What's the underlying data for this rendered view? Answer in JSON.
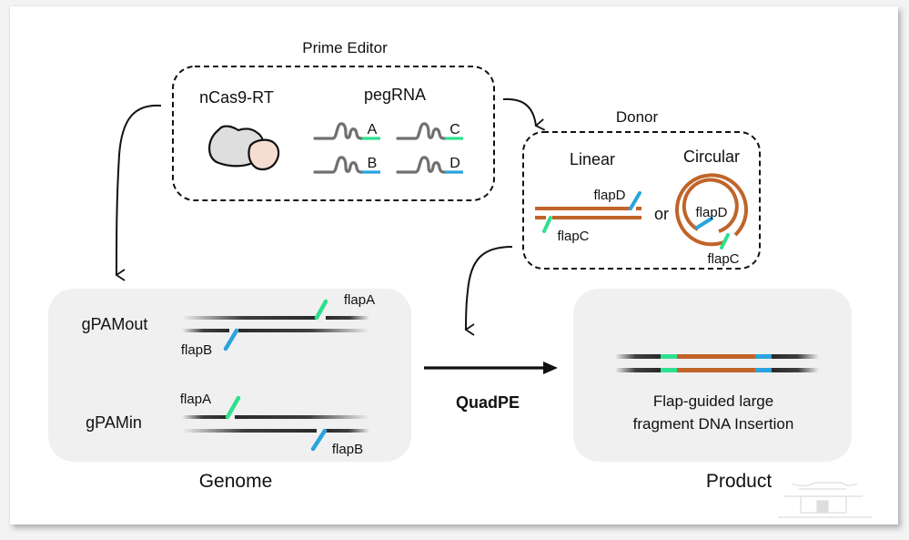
{
  "title": "QuadPE flap-guided large fragment DNA insertion schematic",
  "prime_editor": {
    "title": "Prime Editor",
    "protein_label": "nCas9-RT",
    "pegrna_label": "pegRNA",
    "pegrnas": [
      {
        "letter": "A",
        "flap_color": "green"
      },
      {
        "letter": "C",
        "flap_color": "green"
      },
      {
        "letter": "B",
        "flap_color": "blue"
      },
      {
        "letter": "D",
        "flap_color": "blue"
      }
    ]
  },
  "donor": {
    "title": "Donor",
    "linear_label": "Linear",
    "circular_label": "Circular",
    "or_label": "or",
    "linear_flaps": [
      "flapD",
      "flapC"
    ],
    "circular_flaps": [
      "flapD",
      "flapC"
    ]
  },
  "genome": {
    "caption": "Genome",
    "rows": [
      {
        "name": "gPAMout",
        "top_flap": "flapA",
        "bottom_flap": "flapB"
      },
      {
        "name": "gPAMin",
        "top_flap": "flapA",
        "bottom_flap": "flapB"
      }
    ]
  },
  "process": {
    "label": "QuadPE"
  },
  "product": {
    "caption": "Product",
    "description_line1": "Flap-guided large",
    "description_line2": "fragment DNA Insertion"
  },
  "colors": {
    "green_flap": "#2ee08e",
    "blue_flap": "#2aa3de",
    "donor_orange": "#c0642a",
    "strand_dark": "#2a2a2a",
    "panel_grey": "#f0f0f0",
    "protein_grey": "#dedede",
    "protein_peach": "#f6ddd2",
    "pegrna_grey": "#707070"
  }
}
